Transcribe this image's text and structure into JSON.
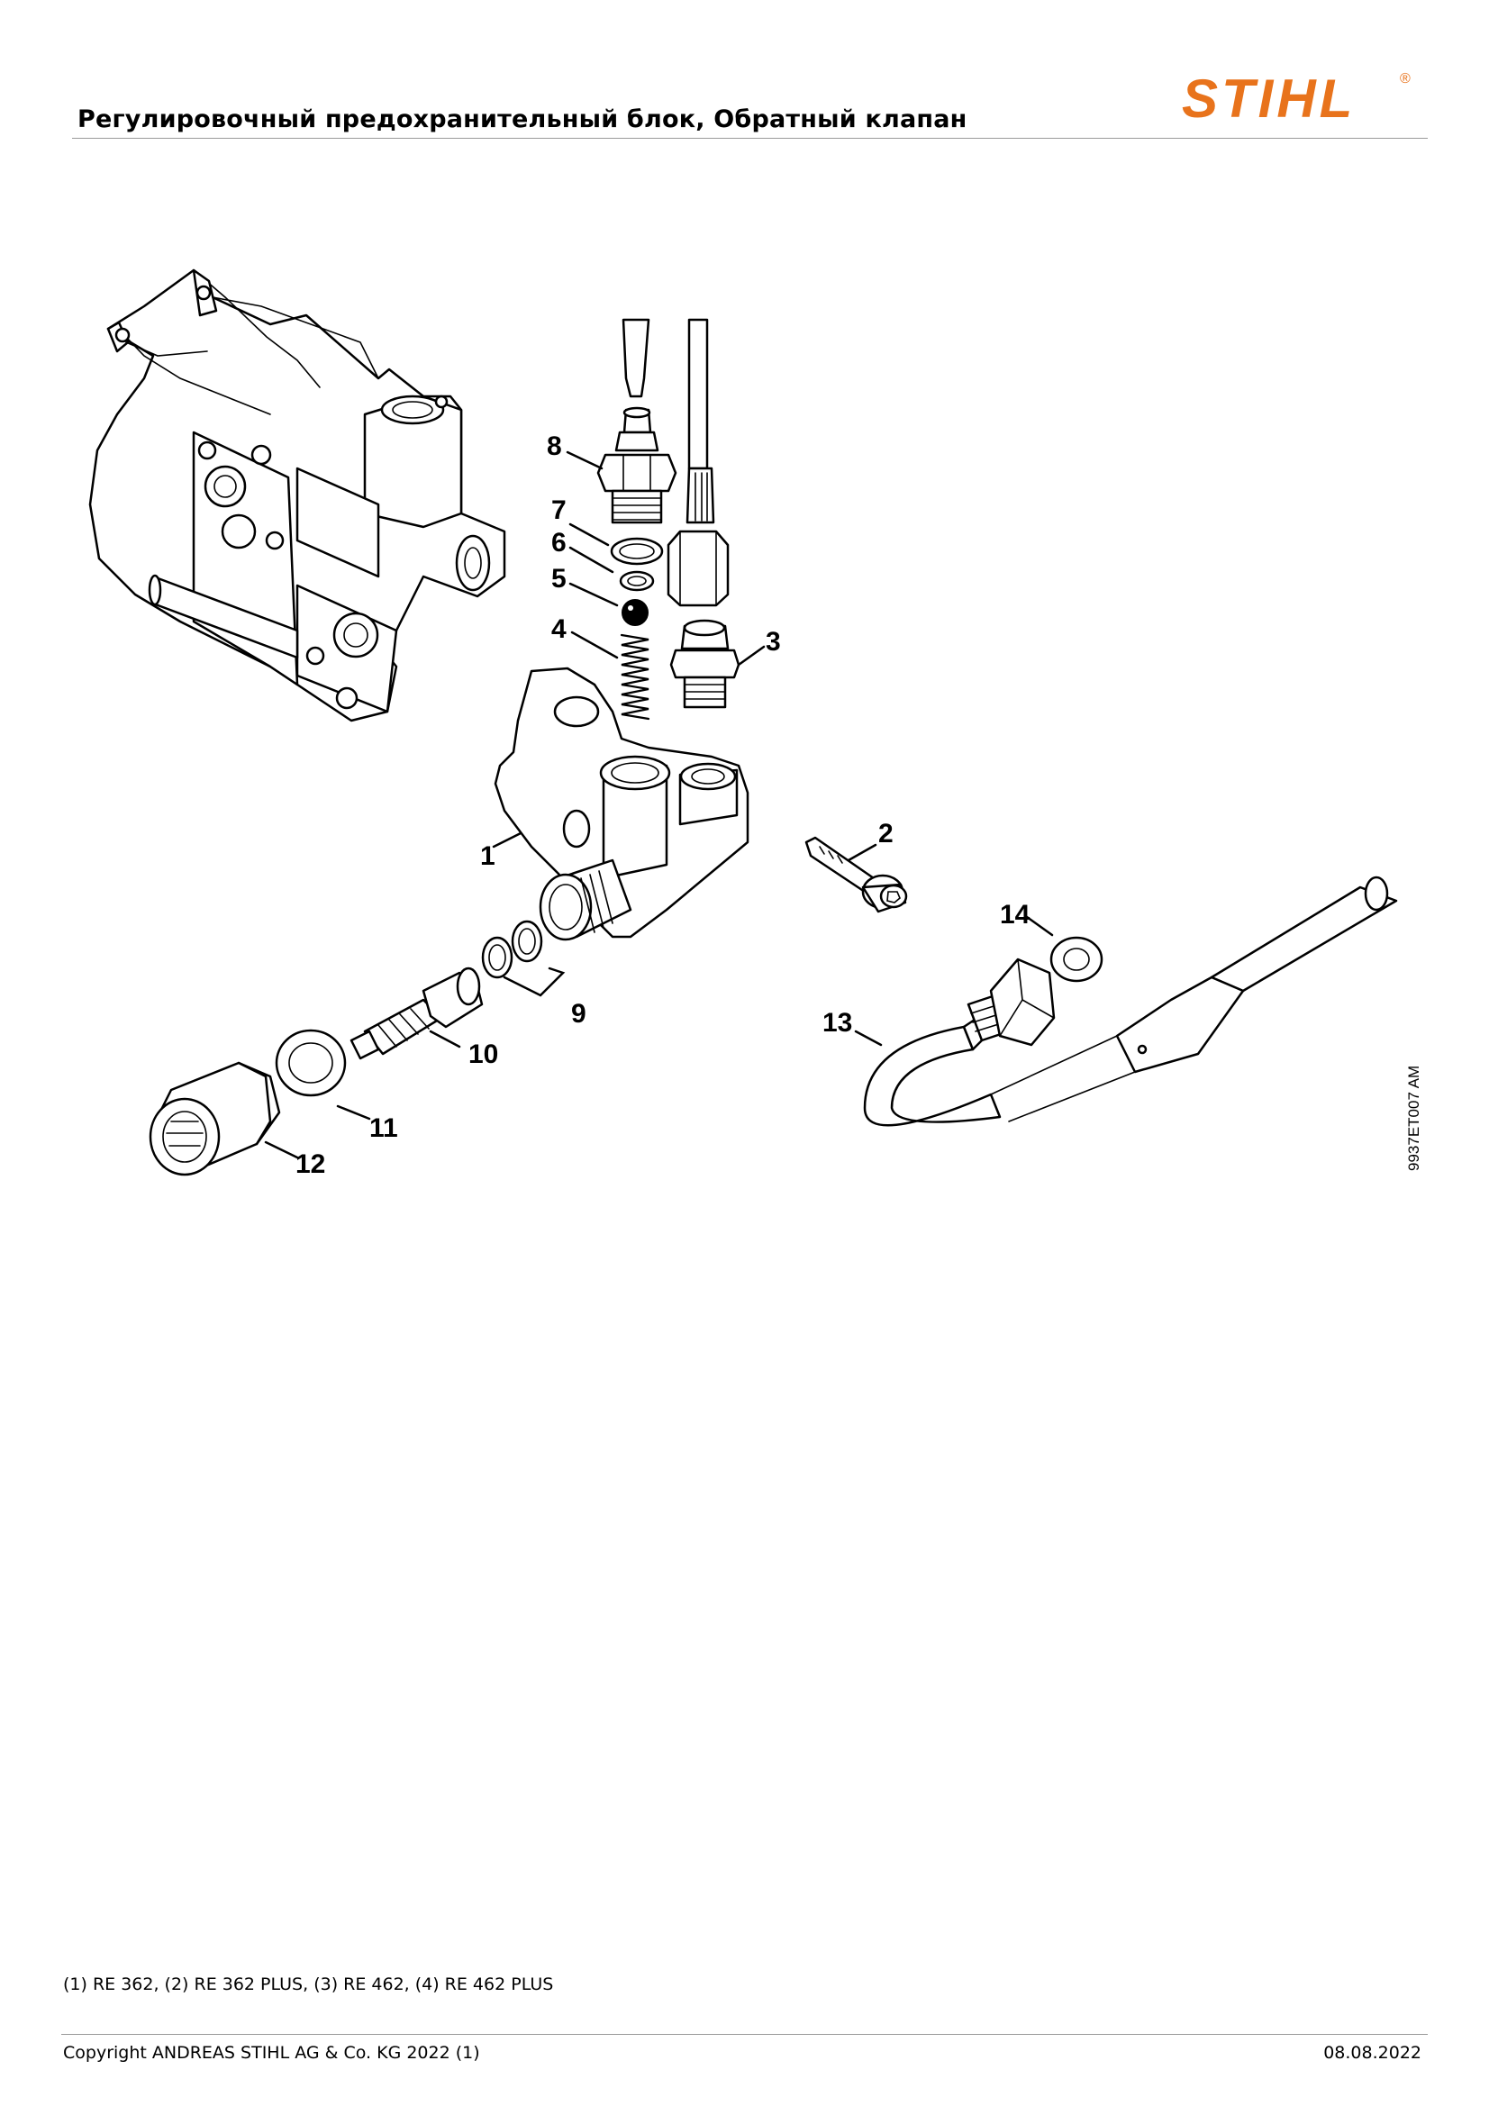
{
  "header": {
    "title": "Регулировочный предохранительный блок, Обратный клапан",
    "logo_text": "STIHL",
    "logo_registered": "®",
    "brand_color": "#E8731C"
  },
  "diagram": {
    "reference_code": "9937ET007 AM",
    "callouts": [
      "1",
      "2",
      "3",
      "4",
      "5",
      "6",
      "7",
      "8",
      "9",
      "10",
      "11",
      "12",
      "13",
      "14"
    ]
  },
  "notes": {
    "models": "(1) RE 362, (2) RE 362 PLUS, (3) RE 462, (4) RE 462 PLUS"
  },
  "footer": {
    "copyright": "Copyright ANDREAS STIHL AG & Co. KG 2022 (1)",
    "date": "08.08.2022"
  }
}
